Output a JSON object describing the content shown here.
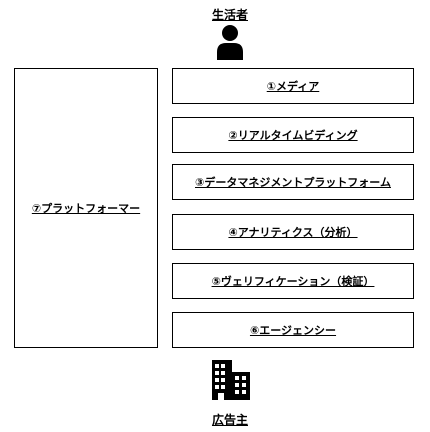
{
  "top_label": "生活者",
  "bottom_label": "広告主",
  "platform_label": "⑦プラットフォーマー",
  "stack_items": [
    "①メディア",
    "②リアルタイムビディング",
    "③データマネジメントプラットフォーム",
    "④アナリティクス（分析）",
    "⑤ヴェリフィケーション（検証）",
    "⑥エージェンシー"
  ],
  "icons": {
    "consumer": "person-icon",
    "advertiser": "building-icon"
  }
}
